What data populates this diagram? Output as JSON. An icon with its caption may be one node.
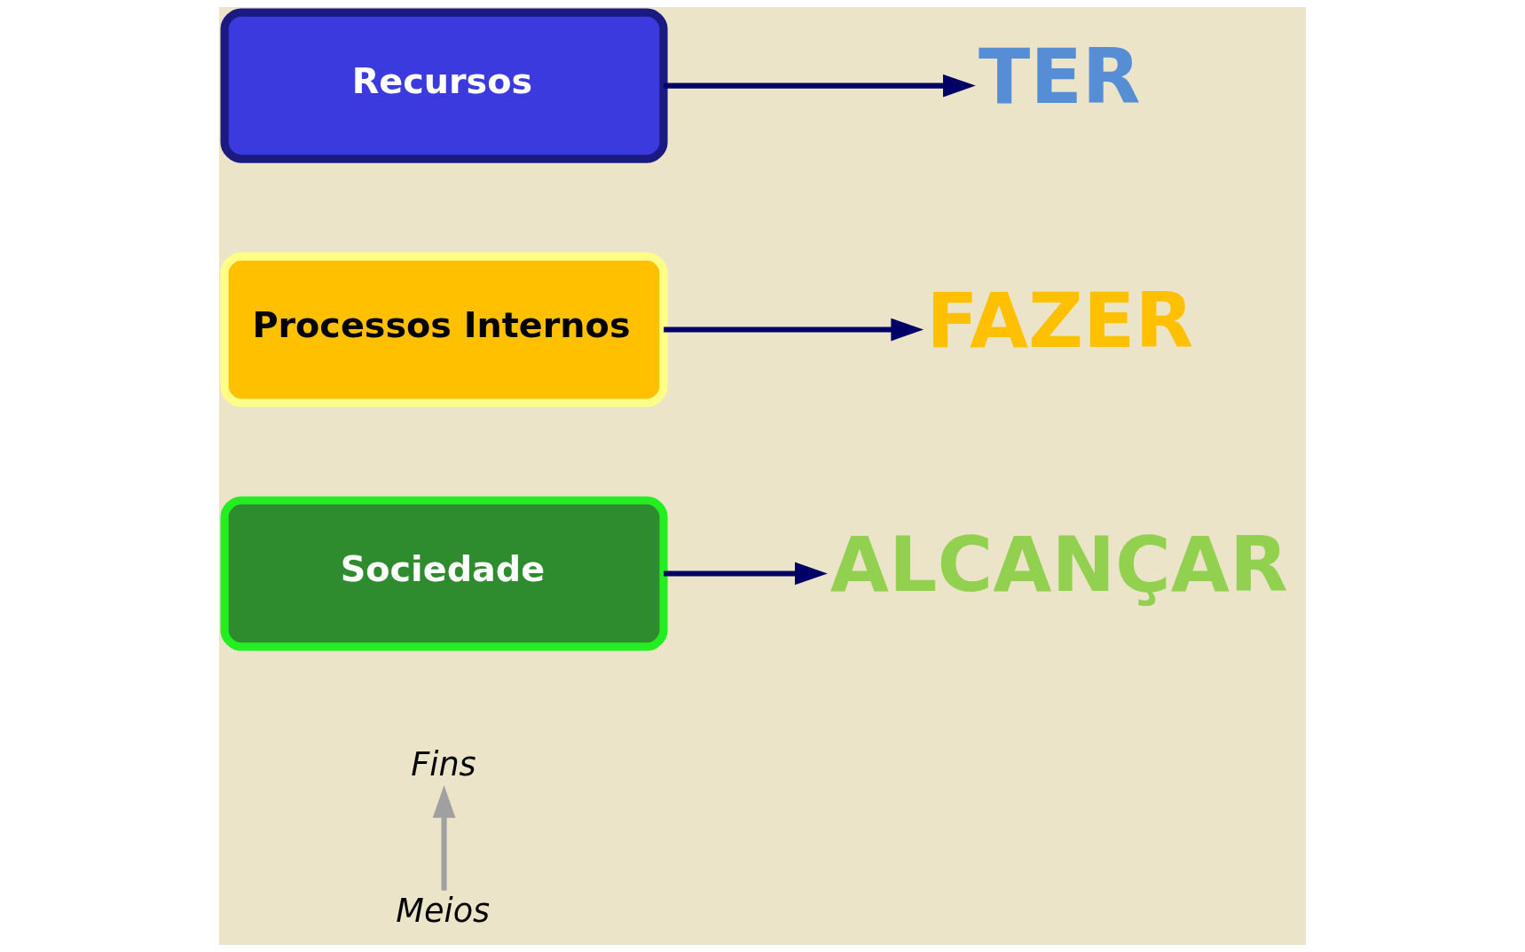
{
  "diagram": {
    "nodes": [
      {
        "text": [
          "Fins"
        ]
      },
      {
        "text": [
          "Sociedade"
        ]
      },
      {
        "text": [
          "ALCANÇAR"
        ]
      },
      {
        "text": [
          "Processos Internos"
        ]
      },
      {
        "text": [
          "FAZER"
        ]
      },
      {
        "text": [
          "Recursos"
        ]
      },
      {
        "text": [
          "TER"
        ]
      },
      {
        "text": [
          "Meios"
        ]
      }
    ],
    "edges": [
      {
        "from": 1,
        "to": 2,
        "arrow": "to"
      },
      {
        "from": 3,
        "to": 4,
        "arrow": "to"
      },
      {
        "from": 5,
        "to": 6,
        "arrow": "to"
      },
      {
        "from": 7,
        "to": 0,
        "arrow": "to",
        "color": "#a0a0a0"
      }
    ]
  }
}
